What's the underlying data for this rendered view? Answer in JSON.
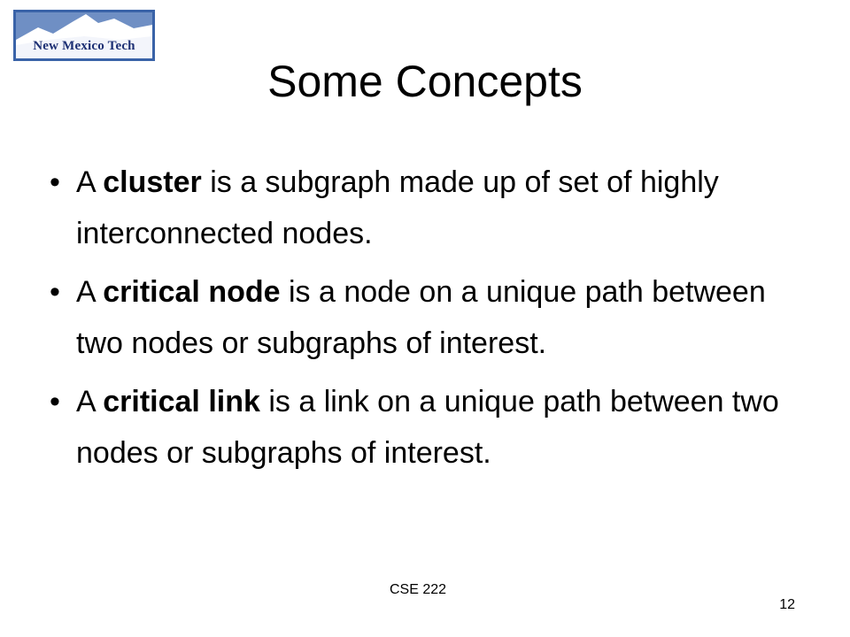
{
  "logo": {
    "text": "New Mexico Tech",
    "bg_color": "#2f5aa6",
    "fg_color": "#1c2f73"
  },
  "title": "Some Concepts",
  "bullets": [
    {
      "pre": "A ",
      "term": "cluster",
      "rest": " is a subgraph made up of set of highly interconnected nodes."
    },
    {
      "pre": "A ",
      "term": "critical node",
      "rest": " is a node on a unique path between two nodes or subgraphs of interest."
    },
    {
      "pre": "A ",
      "term": "critical link",
      "rest": " is a link on a unique path between two nodes or subgraphs of interest."
    }
  ],
  "footer": "CSE 222",
  "page_number": "12"
}
